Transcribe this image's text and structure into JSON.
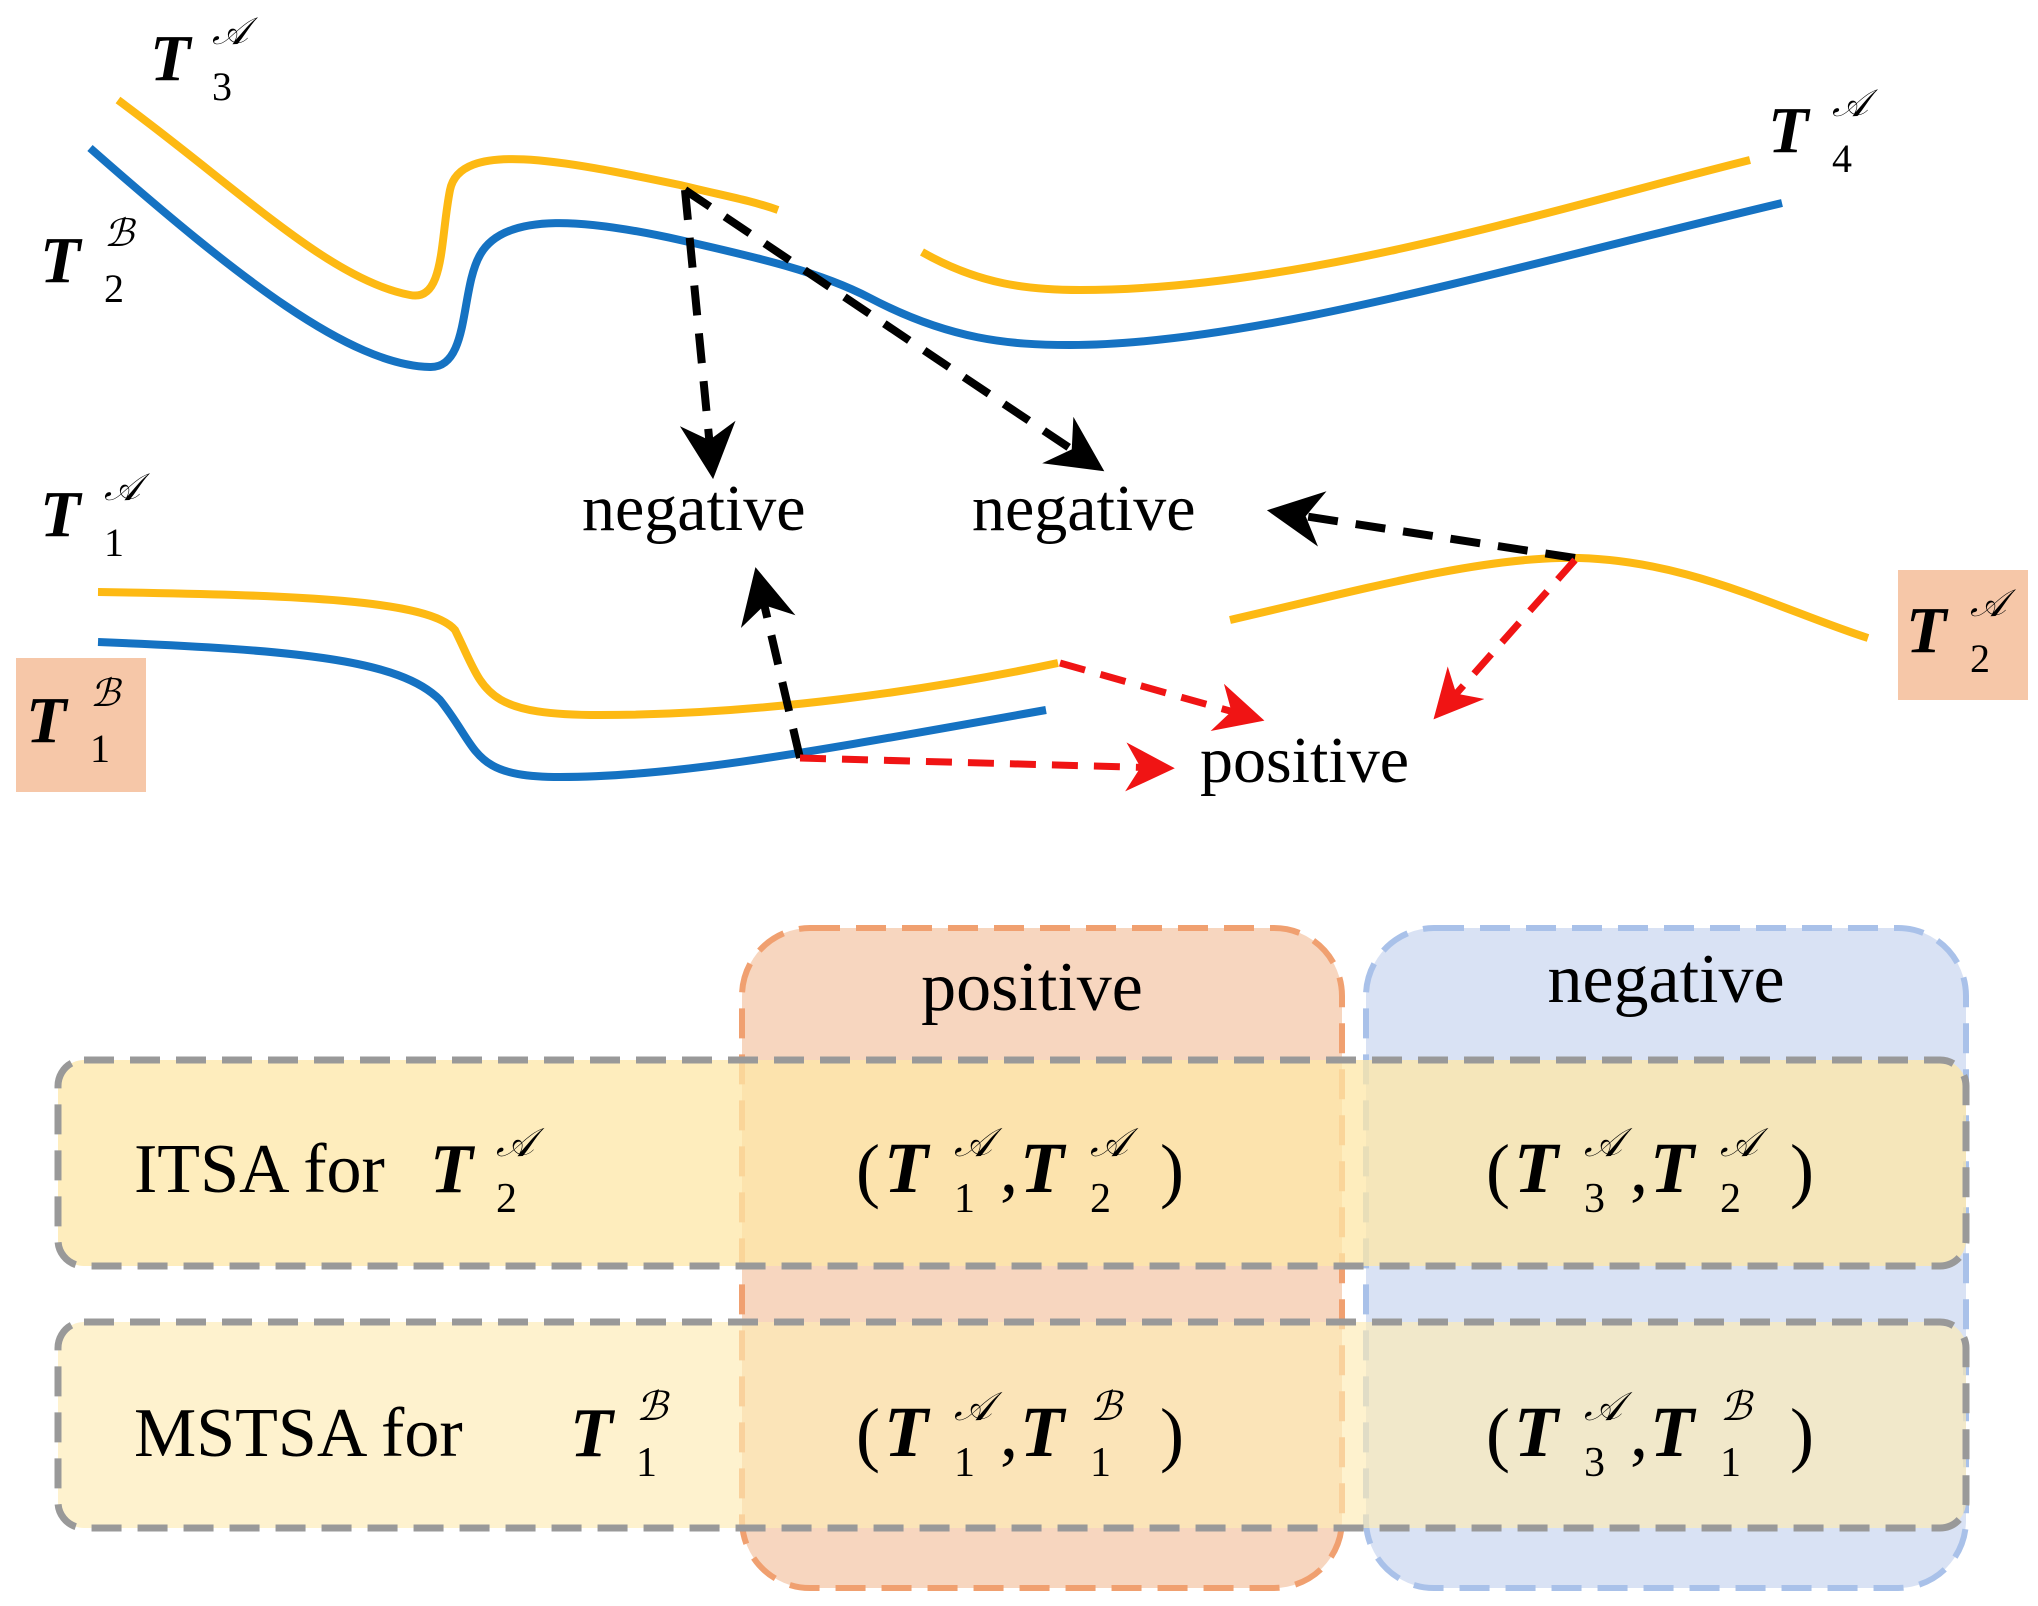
{
  "colors": {
    "modality_a": "#FDB913",
    "modality_b": "#1572C2",
    "negative_arrow": "#000000",
    "positive_arrow": "#F01414",
    "highlight": "#F6C7A8",
    "positive_box": "#F6CFB4",
    "positive_box_border": "#F0A070",
    "negative_box": "#D2DDF2",
    "negative_box_border": "#A9C1E9",
    "row_box": "#FDE7A7",
    "row_box_border": "#999999"
  },
  "diagram": {
    "trajectories": [
      {
        "id": "T3A",
        "base": "T",
        "sub": "3",
        "sup": "𝒜"
      },
      {
        "id": "T2B",
        "base": "T",
        "sub": "2",
        "sup": "ℬ"
      },
      {
        "id": "T4A",
        "base": "T",
        "sub": "4",
        "sup": "𝒜"
      },
      {
        "id": "T1A",
        "base": "T",
        "sub": "1",
        "sup": "𝒜"
      },
      {
        "id": "T1B",
        "base": "T",
        "sub": "1",
        "sup": "ℬ",
        "highlighted": true
      },
      {
        "id": "T2A",
        "base": "T",
        "sub": "2",
        "sup": "𝒜",
        "highlighted": true
      }
    ],
    "labels": {
      "negative_1": "negative",
      "negative_2": "negative",
      "positive": "positive"
    }
  },
  "table": {
    "columns": {
      "positive": "positive",
      "negative": "negative"
    },
    "rows": [
      {
        "label": "ITSA for ",
        "label_term": {
          "base": "T",
          "sub": "2",
          "sup": "𝒜"
        },
        "positive": {
          "left": {
            "base": "T",
            "sub": "1",
            "sup": "𝒜"
          },
          "right": {
            "base": "T",
            "sub": "2",
            "sup": "𝒜"
          }
        },
        "negative": {
          "left": {
            "base": "T",
            "sub": "3",
            "sup": "𝒜"
          },
          "right": {
            "base": "T",
            "sub": "2",
            "sup": "𝒜"
          }
        }
      },
      {
        "label": "MSTSA for ",
        "label_term": {
          "base": "T",
          "sub": "1",
          "sup": "ℬ"
        },
        "positive": {
          "left": {
            "base": "T",
            "sub": "1",
            "sup": "𝒜"
          },
          "right": {
            "base": "T",
            "sub": "1",
            "sup": "ℬ"
          }
        },
        "negative": {
          "left": {
            "base": "T",
            "sub": "3",
            "sup": "𝒜"
          },
          "right": {
            "base": "T",
            "sub": "1",
            "sup": "ℬ"
          }
        }
      }
    ],
    "paren_open": "(",
    "paren_close": ")",
    "comma": ","
  }
}
